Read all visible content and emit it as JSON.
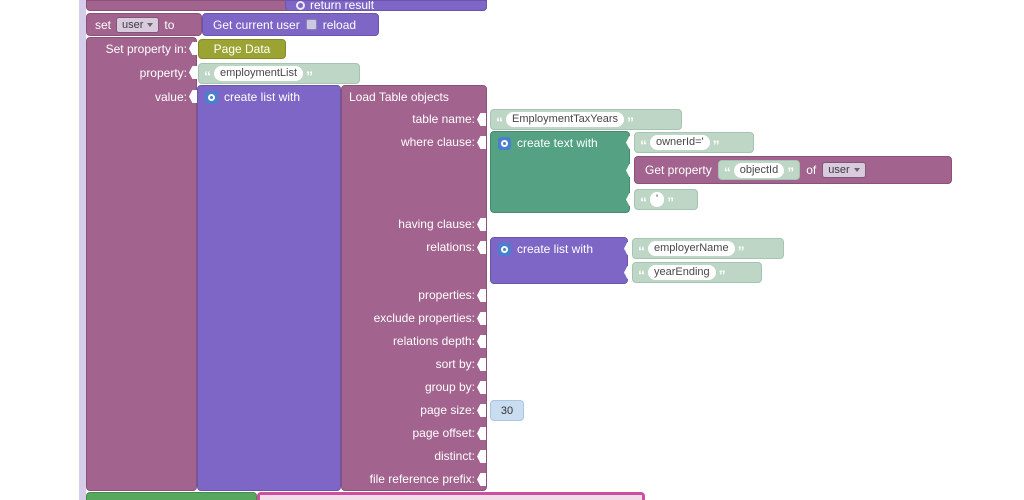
{
  "palette": {
    "mauve": "#a2638e",
    "purple": "#7d66c6",
    "olive": "#9ba433",
    "teal_green": "#54a184",
    "pale_green_chip": "#bdd6c5",
    "pale_blue_chip": "#c9dcf0",
    "bottom_green": "#58a75f",
    "bottom_pink": "#cf4f9f",
    "workspace_bg": "#ffffff"
  },
  "top_block": {
    "label": "return result"
  },
  "set_user": {
    "keyword_set": "set",
    "variable": "user",
    "keyword_to": "to",
    "value_label": "Get current user",
    "reload_label": "reload"
  },
  "set_property": {
    "label_in": "Set property in:",
    "label_property": "property:",
    "label_value": "value:",
    "target": "Page Data",
    "property_value": "employmentList",
    "value_block_label": "create list with"
  },
  "load_table": {
    "title": "Load Table objects",
    "params": [
      "table name:",
      "where clause:",
      "having clause:",
      "relations:",
      "properties:",
      "exclude properties:",
      "relations depth:",
      "sort by:",
      "group by:",
      "page size:",
      "page offset:",
      "distinct:",
      "file reference prefix:"
    ],
    "table_name": "EmploymentTaxYears",
    "where_clause": {
      "block_label": "create text with",
      "text_part_1": "ownerId='",
      "get_property": {
        "label": "Get property",
        "property_name": "objectId",
        "of": "of",
        "variable": "user"
      },
      "text_part_2": "'"
    },
    "relations": {
      "block_label": "create list with",
      "item_1": "employerName",
      "item_2": "yearEnding"
    },
    "page_size": "30"
  }
}
